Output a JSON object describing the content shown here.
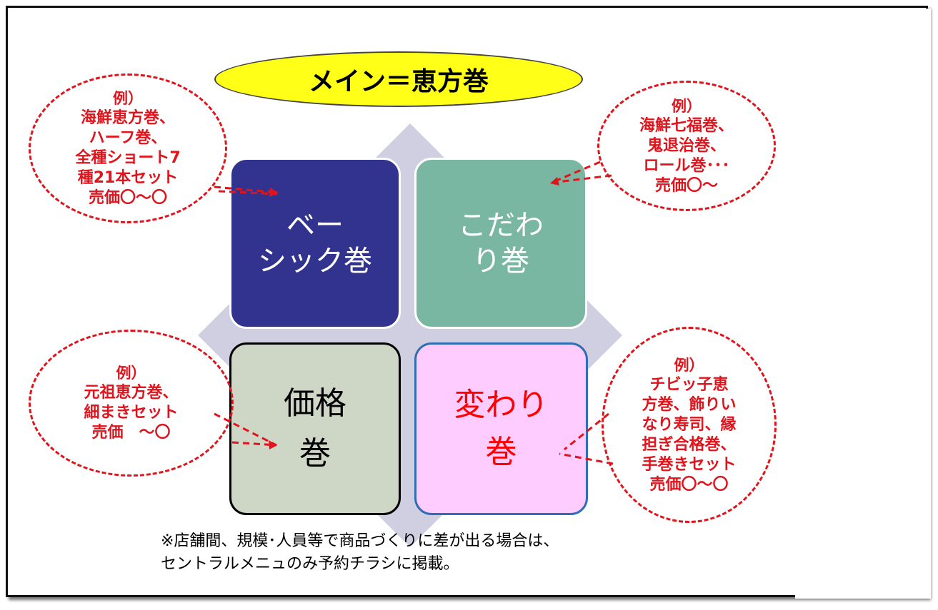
{
  "title": "メイン＝恵方巻",
  "cards": {
    "basic": [
      "ベー",
      "シック巻"
    ],
    "kodawari": [
      "こだわ",
      "り巻"
    ],
    "price": [
      "価格",
      "巻"
    ],
    "kawari": [
      "変わり",
      "巻"
    ]
  },
  "bubbles": {
    "top_left": [
      "例）",
      "海鮮恵方巻、",
      "ハーフ巻、",
      "全種ショート7",
      "種21本セット",
      "売価〇～〇"
    ],
    "top_right": [
      "例）",
      "海鮮七福巻、",
      "鬼退治巻、",
      "ロール巻･･･",
      "売価〇～"
    ],
    "bottom_left": [
      "例）",
      "元祖恵方巻、",
      "細まきセット",
      "売価　～〇"
    ],
    "bottom_right": [
      "例）",
      "チビッ子恵",
      "方巻、飾りい",
      "なり寿司、縁",
      "担ぎ合格巻、",
      "手巻きセット",
      "売価〇～〇"
    ]
  },
  "note": [
    "※店舗間、規模･人員等で商品づくりに差が出る場合は、",
    "セントラルメニュのみ予約チラシに掲載。"
  ],
  "colors": {
    "ellipse": "#ffff17",
    "basic": "#32338f",
    "kodawari": "#7ab7a2",
    "price": "#ced6c6",
    "kawari": "#ffccff",
    "kawari_text": "#ff0000",
    "dashed_red": "#e0141c",
    "diamond": "#cfcfe1"
  }
}
